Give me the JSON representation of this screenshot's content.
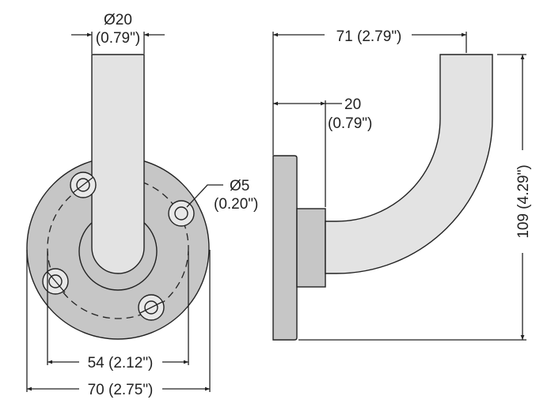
{
  "front_view": {
    "stem_diameter": {
      "mm": "Ø20",
      "inch": "(0.79\")"
    },
    "hole_diameter": {
      "mm": "Ø5",
      "inch": "(0.20\")"
    },
    "bolt_circle": "54 (2.12\")",
    "flange_diameter": "70 (2.75\")"
  },
  "side_view": {
    "projection": "71 (2.79\")",
    "standoff": {
      "mm": "20",
      "inch": "(0.79\")"
    },
    "height": "109 (4.29\")"
  },
  "colors": {
    "flange": "#c6c6c6",
    "tube": "#e3e3e3",
    "ring": "#e8e8e8",
    "line": "#222222"
  }
}
